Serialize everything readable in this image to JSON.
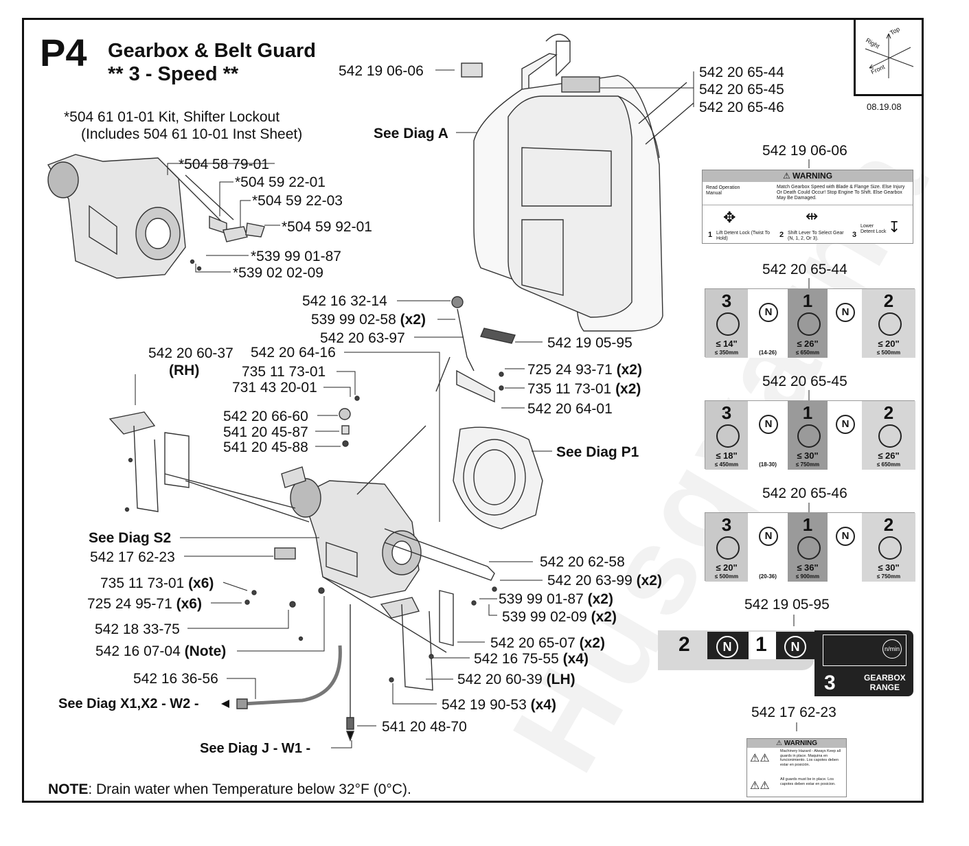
{
  "header": {
    "section": "P4",
    "title": "Gearbox & Belt Guard",
    "subtitle": "** 3 - Speed **",
    "date": "08.19.08"
  },
  "orientation": {
    "top": "Top",
    "right": "Right",
    "front": "Front"
  },
  "kit": {
    "line1": "*504 61 01-01 Kit, Shifter Lockout",
    "line2": "(Includes 504 61 10-01 Inst Sheet)"
  },
  "callouts": {
    "c01": "542 19 06-06",
    "c02": "542 20 65-44",
    "c03": "542 20 65-45",
    "c04": "542 20 65-46",
    "c05": "See Diag A",
    "c06": "*504 58 79-01",
    "c07": "*504 59 22-01",
    "c08": "*504 59 22-03",
    "c09": "*504 59 92-01",
    "c10": "*539 99 01-87",
    "c11": "*539 02 02-09",
    "c12": "542 16 32-14",
    "c13": "539 99 02-58",
    "c13q": "(x2)",
    "c14": "542 20 63-97",
    "c15": "542 19 05-95",
    "c16": "542 20 60-37",
    "c16b": "(RH)",
    "c17": "542 20 64-16",
    "c18": "735 11 73-01",
    "c19": "731 43 20-01",
    "c20": "725 24 93-71",
    "c20q": "(x2)",
    "c21": "735 11 73-01",
    "c21q": "(x2)",
    "c22": "542 20 64-01",
    "c23": "542 20 66-60",
    "c24": "541 20 45-87",
    "c25": "541 20 45-88",
    "c26": "See Diag",
    "c26b": "P1",
    "c27": "See Diag S2",
    "c28": "542 17 62-23",
    "c29": "542 20 62-58",
    "c30": "542 20 63-99",
    "c30q": "(x2)",
    "c31": "735 11 73-01",
    "c31q": "(x6)",
    "c32": "539 99 01-87",
    "c32q": "(x2)",
    "c33": "725 24 95-71",
    "c33q": "(x6)",
    "c34": "539 99 02-09",
    "c34q": "(x2)",
    "c35": "542 18 33-75",
    "c36": "542 20 65-07",
    "c36q": "(x2)",
    "c37": "542 16 07-04",
    "c37q": "(Note)",
    "c38": "542 16 75-55",
    "c38q": "(x4)",
    "c39": "542 16 36-56",
    "c40": "542 20 60-39",
    "c40q": "(LH)",
    "c41": "See Diag X1,X2 - W2 -",
    "c42": "542 19 90-53",
    "c42q": "(x4)",
    "c43": "541 20 48-70",
    "c44": "See Diag J - W1 -"
  },
  "note": {
    "label": "NOTE",
    "text": ": Drain water when Temperature below 32°F (0°C)."
  },
  "decals": {
    "warning1": {
      "part": "542 19 06-06",
      "header": "WARNING",
      "read": "Read Operation Manual",
      "msg": "Match Gearbox Speed with Blade & Flange Size. Else Injury Or Death Could Occur! Stop Engine To Shift. Else Gearbox May Be Damaged.",
      "step1": "Lift Detent Lock (Twist To Hold)",
      "step2": "Shift Lever To Select Gear (N, 1, 2, Or 3).",
      "step3": "Lower Detent Lock",
      "n1": "1",
      "n2": "2",
      "n3": "3"
    },
    "speeds": [
      {
        "part": "542 20 65-44",
        "g3": "3",
        "g1": "1",
        "g2": "2",
        "n": "N",
        "s3": "≤ 14\"",
        "s3mm": "≤ 350mm",
        "mid": "(14-26)",
        "s1": "≤ 26\"",
        "s1mm": "≤ 650mm",
        "s2": "≤ 20\"",
        "s2mm": "≤ 500mm"
      },
      {
        "part": "542 20 65-45",
        "g3": "3",
        "g1": "1",
        "g2": "2",
        "n": "N",
        "s3": "≤ 18\"",
        "s3mm": "≤ 450mm",
        "mid": "(18-30)",
        "s1": "≤ 30\"",
        "s1mm": "≤ 750mm",
        "s2": "≤ 26\"",
        "s2mm": "≤ 650mm"
      },
      {
        "part": "542 20 65-46",
        "g3": "3",
        "g1": "1",
        "g2": "2",
        "n": "N",
        "s3": "≤ 20\"",
        "s3mm": "≤ 500mm",
        "mid": "(20-36)",
        "s1": "≤ 36\"",
        "s1mm": "≤ 900mm",
        "s2": "≤ 30\"",
        "s2mm": "≤ 750mm"
      }
    ],
    "range": {
      "part": "542 19 05-95",
      "g2": "2",
      "n1": "N",
      "g1": "1",
      "n2": "N",
      "g3": "3",
      "label1": "GEARBOX",
      "label2": "RANGE",
      "rpm": "n/min"
    },
    "warning2": {
      "part": "542 17 62-23",
      "header": "WARNING",
      "msg1": "Machinery Hazard - Always Keep all guards in place. Maquina en funcionimiento. Los capotes deben estar en posición.",
      "msg2": "All guards must be in place. Los capotes deben estar en posicion."
    }
  },
  "watermark": "Husqvarna"
}
